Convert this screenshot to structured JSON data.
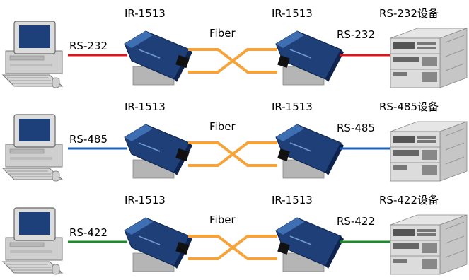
{
  "rows": [
    {
      "host_interface": "RS-232",
      "converter_left": "IR-1513",
      "link": "Fiber",
      "converter_right": "IR-1513",
      "device_interface": "RS-232",
      "device_name": "RS-232设备",
      "cable_color": "#e0141c"
    },
    {
      "host_interface": "RS-485",
      "converter_left": "IR-1513",
      "link": "Fiber",
      "converter_right": "IR-1513",
      "device_interface": "RS-485",
      "device_name": "RS-485设备",
      "cable_color": "#1f5fb5"
    },
    {
      "host_interface": "RS-422",
      "converter_left": "IR-1513",
      "link": "Fiber",
      "converter_right": "IR-1513",
      "device_interface": "RS-422",
      "device_name": "RS-422设备",
      "cable_color": "#1e8a2a"
    }
  ],
  "fiber_color": "#f5a33a"
}
